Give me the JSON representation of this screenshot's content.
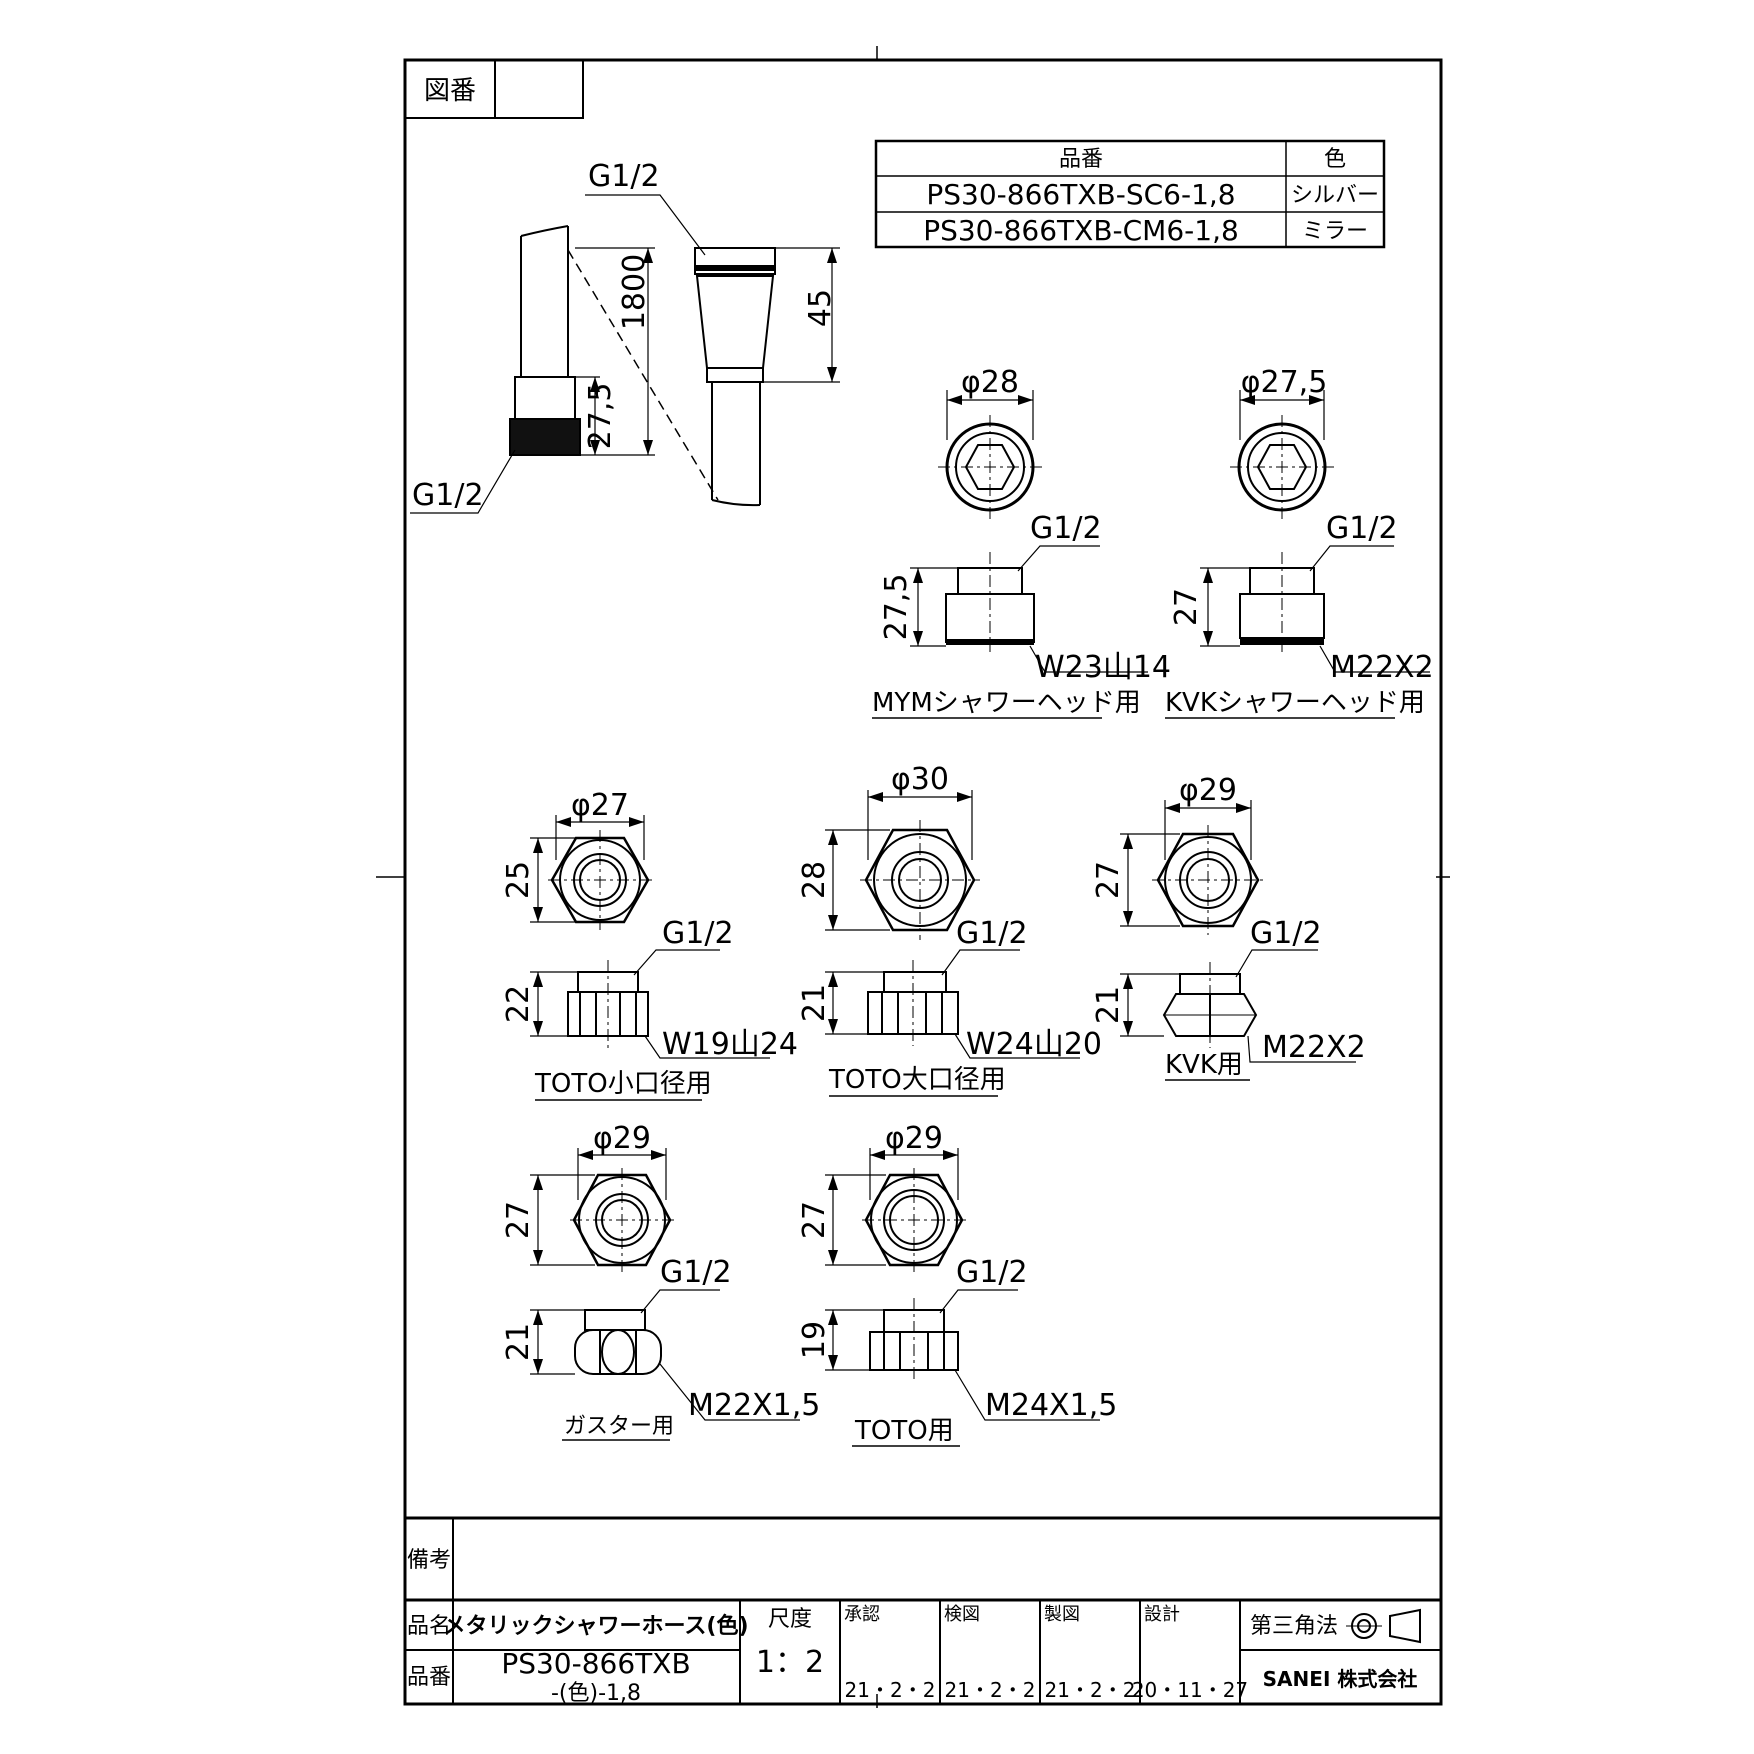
{
  "header": {
    "zuban_label": "図番",
    "zuban_value": ""
  },
  "variant_table": {
    "headers": [
      "品番",
      "色"
    ],
    "rows": [
      {
        "part_no": "PS30-866TXB-SC6-1,8",
        "color": "シルバー"
      },
      {
        "part_no": "PS30-866TXB-CM6-1,8",
        "color": "ミラー"
      }
    ]
  },
  "hose": {
    "top_thread": "G1/2",
    "bottom_thread": "G1/2",
    "length": "1800",
    "nut_height": "27,5",
    "head_height": "45"
  },
  "adapters": {
    "mym": {
      "diameter": "φ28",
      "height": "27,5",
      "thread": "G1/2",
      "connection": "W23山14",
      "label": "MYMシャワーヘッド用"
    },
    "kvk_head": {
      "diameter": "φ27,5",
      "height": "27",
      "thread": "G1/2",
      "connection": "M22X2",
      "label": "KVKシャワーヘッド用"
    },
    "toto_small": {
      "diameter": "φ27",
      "across": "25",
      "height": "22",
      "thread": "G1/2",
      "connection": "W19山24",
      "label": "TOTO小口径用"
    },
    "toto_large": {
      "diameter": "φ30",
      "across": "28",
      "height": "21",
      "thread": "G1/2",
      "connection": "W24山20",
      "label": "TOTO大口径用"
    },
    "kvk": {
      "diameter": "φ29",
      "across": "27",
      "height": "21",
      "thread": "G1/2",
      "connection": "M22X2",
      "label": "KVK用"
    },
    "gasuta": {
      "diameter": "φ29",
      "across": "27",
      "height": "21",
      "thread": "G1/2",
      "connection": "M22X1,5",
      "label": "ガスター用"
    },
    "toto": {
      "diameter": "φ29",
      "across": "27",
      "height": "19",
      "thread": "G1/2",
      "connection": "M24X1,5",
      "label": "TOTO用"
    }
  },
  "title_block": {
    "remarks_label": "備考",
    "remarks_value": "",
    "name_label": "品名",
    "name_value": "メタリックシャワーホース(色)",
    "partno_label": "品番",
    "partno_line1": "PS30-866TXB",
    "partno_line2": "-(色)-1,8",
    "scale_label": "尺度",
    "scale_value": "1：2",
    "approve_label": "承認",
    "approve_date": "21・2・2",
    "check_label": "検図",
    "check_date": "21・2・2",
    "draw_label": "製図",
    "draw_date": "21・2・2",
    "design_label": "設計",
    "design_date": "20・11・27",
    "projection": "第三角法",
    "company": "SANEI 株式会社"
  }
}
